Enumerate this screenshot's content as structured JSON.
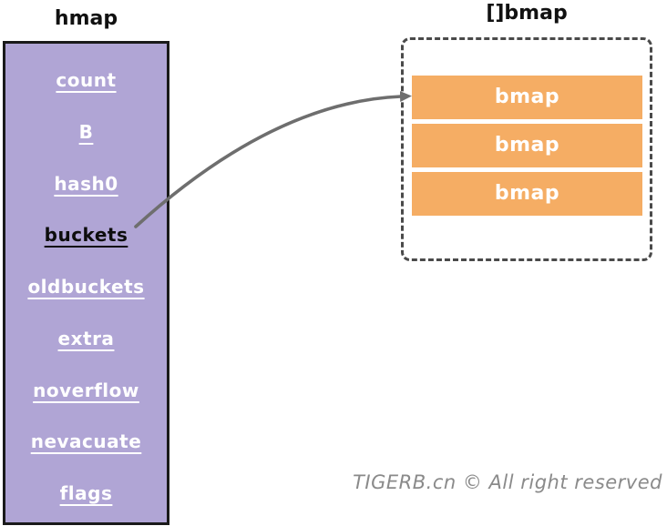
{
  "hmap": {
    "title": "hmap",
    "fields": [
      {
        "label": "count"
      },
      {
        "label": "B"
      },
      {
        "label": "hash0"
      },
      {
        "label": "buckets",
        "highlighted": true
      },
      {
        "label": "oldbuckets"
      },
      {
        "label": "extra"
      },
      {
        "label": "noverflow"
      },
      {
        "label": "nevacuate"
      },
      {
        "label": "flags"
      }
    ]
  },
  "bmap": {
    "title": "[]bmap",
    "rows": [
      {
        "label": "bmap"
      },
      {
        "label": "bmap"
      },
      {
        "label": "bmap"
      }
    ]
  },
  "arrow": {
    "from_field": "buckets",
    "to_row": "bmap-0"
  },
  "footer": {
    "copyright": "TIGERB.cn © All right reserved"
  },
  "colors": {
    "purple": "#b0a5d5",
    "orange": "#f5ad64",
    "arrow": "#6e6e6e",
    "dash": "#4a4a4a",
    "copyright": "#8a8a8a",
    "box_border": "#1a1a1a"
  }
}
